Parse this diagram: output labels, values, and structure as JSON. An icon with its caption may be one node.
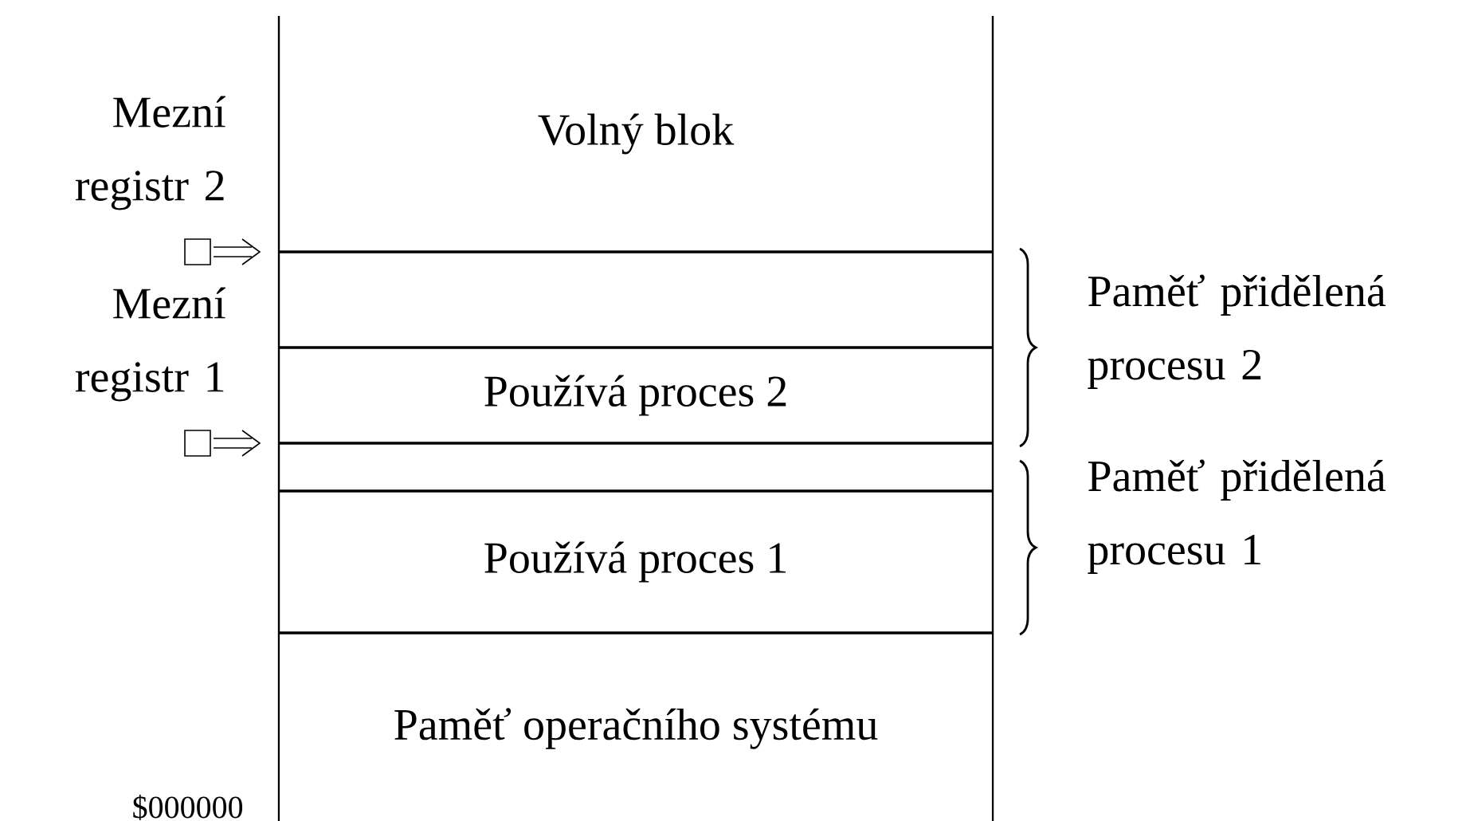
{
  "diagram": {
    "nodes": [
      {
        "text": [
          "Volný blok"
        ]
      },
      {
        "text": [],
        "shape": "box"
      },
      {
        "text": [
          "Používá proces 2"
        ]
      },
      {
        "text": [],
        "shape": "box"
      },
      {
        "text": [
          "Používá proces 1"
        ]
      },
      {
        "text": [
          "Paměť operačního systému"
        ]
      }
    ],
    "labels": [
      "Mezní registr 2",
      "Paměť přidělená procesu 2",
      "Mezní registr 1",
      "Paměť přidělená procesu 1",
      "$000000"
    ]
  }
}
